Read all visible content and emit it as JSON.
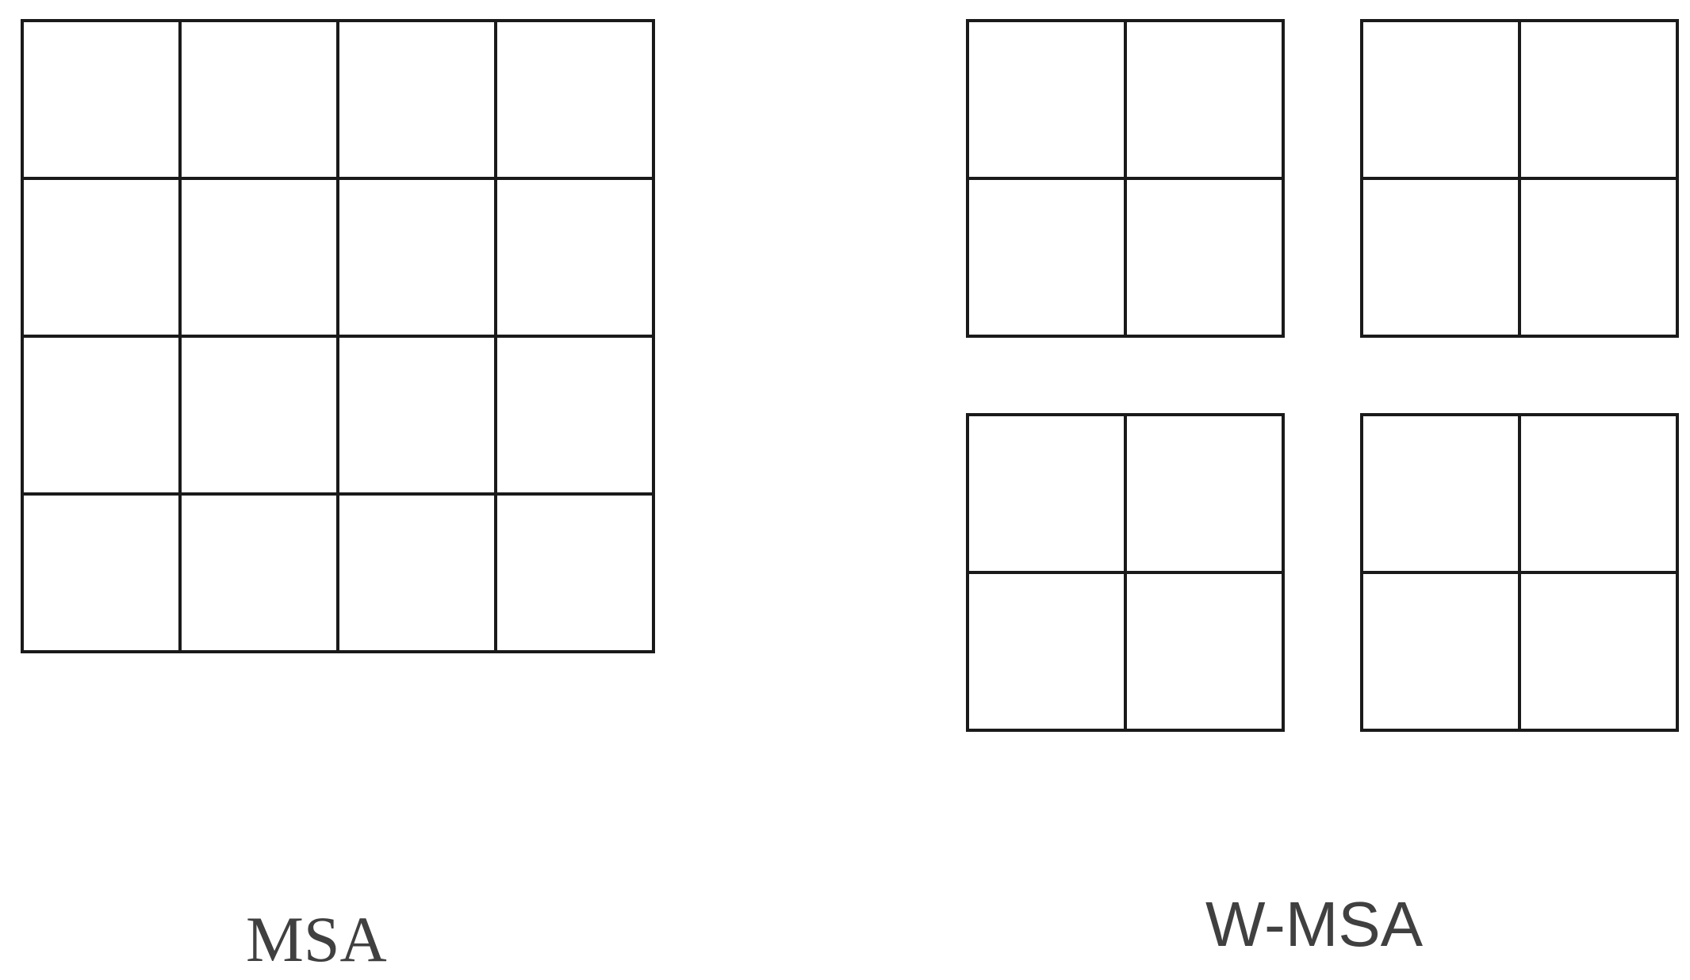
{
  "msa": {
    "label": "MSA",
    "rows": 4,
    "cols": 4
  },
  "wmsa": {
    "label": "W-MSA",
    "window_rows": 2,
    "window_cols": 2,
    "cells_per_window_row": 2,
    "cells_per_window_col": 2
  },
  "colors": {
    "line": "#1a1a1a",
    "label_text": "#404040",
    "background": "#ffffff"
  }
}
